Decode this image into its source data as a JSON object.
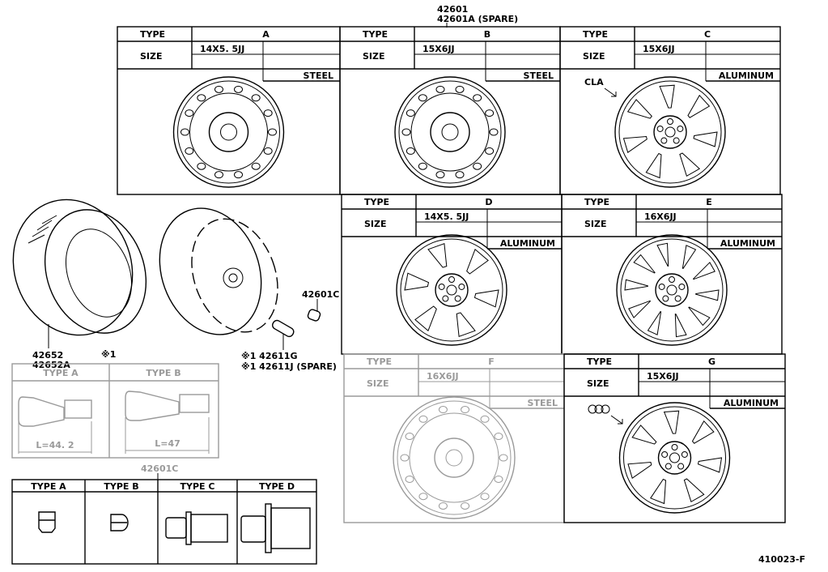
{
  "callout_main": {
    "line1": "42601",
    "line2": "42601A (SPARE)"
  },
  "wheel_panels": [
    {
      "id": "A",
      "type_label": "TYPE",
      "type": "A",
      "size_label": "SIZE",
      "size": "14X5. 5JJ",
      "material": "STEEL",
      "style": "steel",
      "faded": false
    },
    {
      "id": "B",
      "type_label": "TYPE",
      "type": "B",
      "size_label": "SIZE",
      "size": "15X6JJ",
      "material": "STEEL",
      "style": "steel",
      "faded": false
    },
    {
      "id": "C",
      "type_label": "TYPE",
      "type": "C",
      "size_label": "SIZE",
      "size": "15X6JJ",
      "material": "ALUMINUM",
      "style": "alloy7",
      "faded": false,
      "note": "CLA"
    },
    {
      "id": "D",
      "type_label": "TYPE",
      "type": "D",
      "size_label": "SIZE",
      "size": "14X5. 5JJ",
      "material": "ALUMINUM",
      "style": "alloy6",
      "faded": false
    },
    {
      "id": "E",
      "type_label": "TYPE",
      "type": "E",
      "size_label": "SIZE",
      "size": "16X6JJ",
      "material": "ALUMINUM",
      "style": "alloy10",
      "faded": false
    },
    {
      "id": "F",
      "type_label": "TYPE",
      "type": "F",
      "size_label": "SIZE",
      "size": "16X6JJ",
      "material": "STEEL",
      "style": "steel",
      "faded": true
    },
    {
      "id": "G",
      "type_label": "TYPE",
      "type": "G",
      "size_label": "SIZE",
      "size": "15X6JJ",
      "material": "ALUMINUM",
      "style": "alloy7",
      "faded": false
    }
  ],
  "tire": {
    "line1": "42652",
    "line2": "42652A"
  },
  "valve_note": "※1",
  "nut_callout": "42601C",
  "valve_callout": {
    "line1": "※1 42611G",
    "line2": "※1 42611J (SPARE)"
  },
  "valve_table": {
    "columns": [
      {
        "label": "TYPE  A",
        "length": "L=44. 2"
      },
      {
        "label": "TYPE  B",
        "length": "L=47"
      }
    ]
  },
  "nut_table_callout": "42601C",
  "nut_table": {
    "columns": [
      "TYPE  A",
      "TYPE  B",
      "TYPE  C",
      "TYPE  D"
    ]
  },
  "diagram_number": "410023-F"
}
